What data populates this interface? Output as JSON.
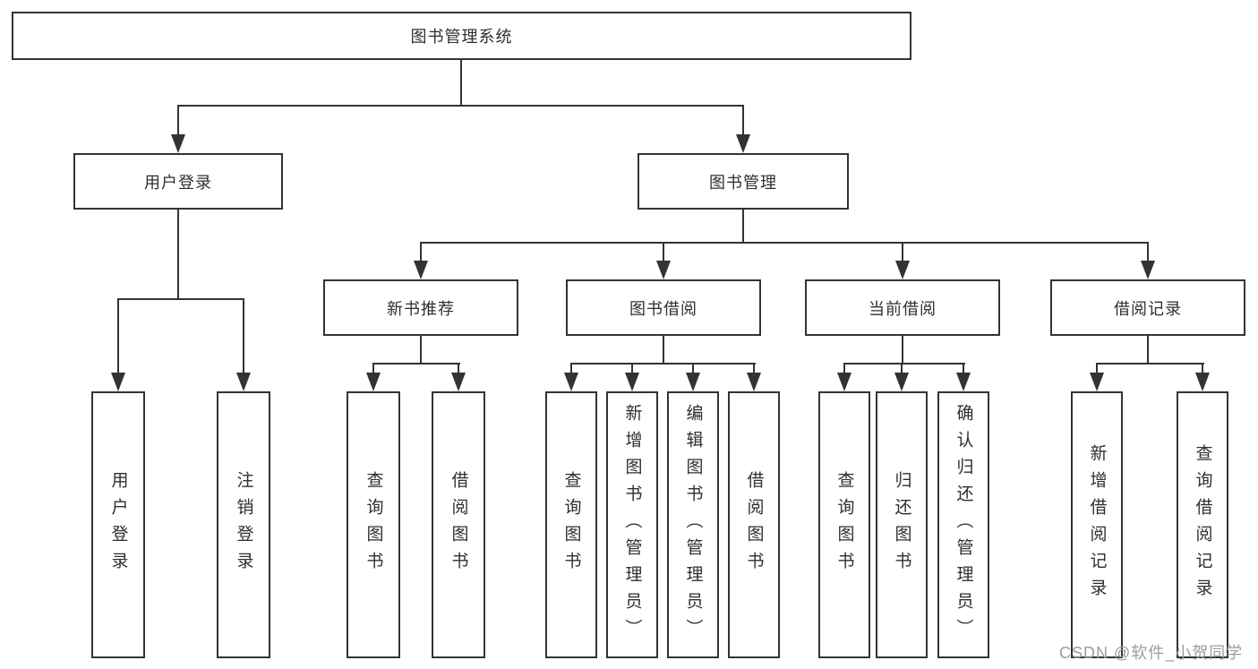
{
  "diagram": {
    "root": {
      "label": "图书管理系统"
    },
    "level2": {
      "user_login": "用户登录",
      "book_management": "图书管理"
    },
    "level3": {
      "new_books": "新书推荐",
      "book_borrowing": "图书借阅",
      "current_borrowing": "当前借阅",
      "borrowing_records": "借阅记录"
    },
    "leaves": {
      "user_login": [
        "用户登录",
        "注销登录"
      ],
      "new_books": [
        "查询图书",
        "借阅图书"
      ],
      "book_borrowing": [
        "查询图书",
        "新增图书（管理员）",
        "编辑图书（管理员）",
        "借阅图书"
      ],
      "current_borrowing": [
        "查询图书",
        "归还图书",
        "确认归还（管理员）"
      ],
      "borrowing_records": [
        "新增借阅记录",
        "查询借阅记录"
      ]
    }
  },
  "watermark": {
    "text": "CSDN @软件_小贺同学"
  },
  "colors": {
    "line": "#333333",
    "text": "#2f2f2f",
    "watermark": "#9c9c9c",
    "background": "#ffffff"
  }
}
